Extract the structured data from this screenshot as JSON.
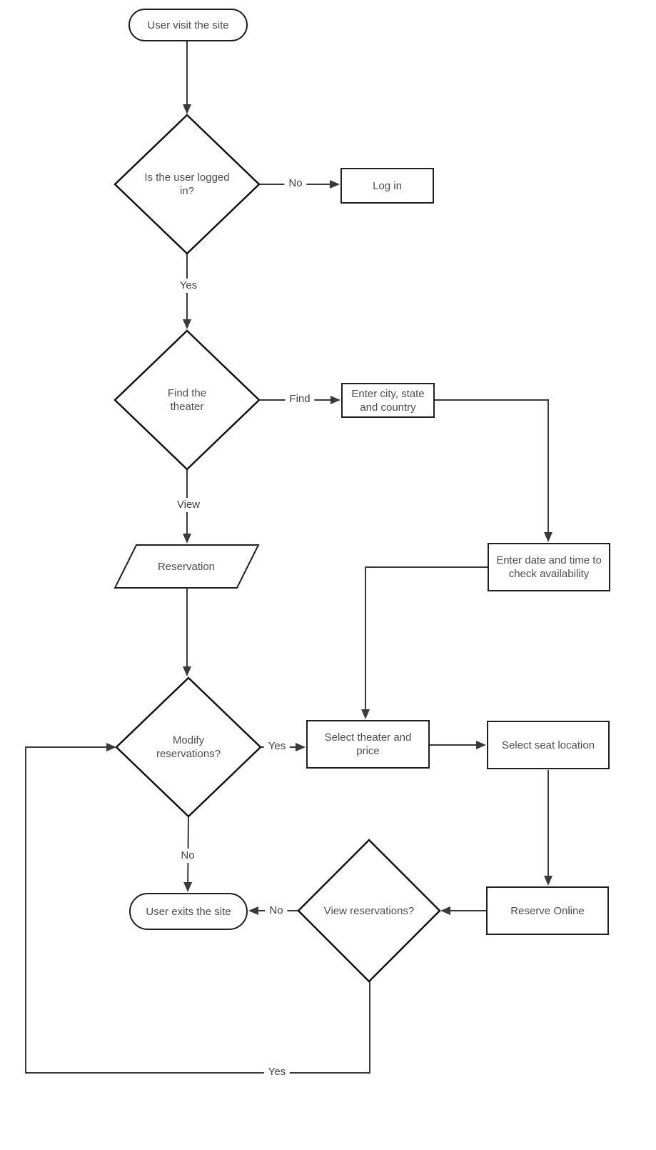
{
  "diagram": {
    "type": "flowchart",
    "nodes": {
      "start": {
        "shape": "terminator",
        "label": "User visit the site"
      },
      "logged_in": {
        "shape": "decision",
        "label": "Is the user logged in?"
      },
      "login": {
        "shape": "process",
        "label": "Log in"
      },
      "find_theater": {
        "shape": "decision",
        "label": "Find the theater"
      },
      "enter_city": {
        "shape": "process",
        "label": "Enter city, state and country"
      },
      "reservation": {
        "shape": "data",
        "label": "Reservation"
      },
      "enter_datetime": {
        "shape": "process",
        "label": "Enter date and time to check availability"
      },
      "modify": {
        "shape": "decision",
        "label": "Modify reservations?"
      },
      "select_theater": {
        "shape": "process",
        "label": "Select theater and price"
      },
      "select_seat": {
        "shape": "process",
        "label": "Select seat location"
      },
      "reserve_online": {
        "shape": "process",
        "label": "Reserve Online"
      },
      "view_reservations": {
        "shape": "decision",
        "label": "View reservations?"
      },
      "exit": {
        "shape": "terminator",
        "label": "User exits the site"
      }
    },
    "edge_labels": {
      "logged_in_no": "No",
      "logged_in_yes": "Yes",
      "find": "Find",
      "view": "View",
      "modify_yes": "Yes",
      "modify_no": "No",
      "view_no": "No",
      "view_yes": "Yes"
    },
    "colors": {
      "connector": "#3a3a3a",
      "shape_border": "#1f1f1f",
      "decision_border": "#141414",
      "text": "#4d4d4d",
      "edge_label_text": "#3d3d3d",
      "bg": "#ffffff"
    }
  }
}
